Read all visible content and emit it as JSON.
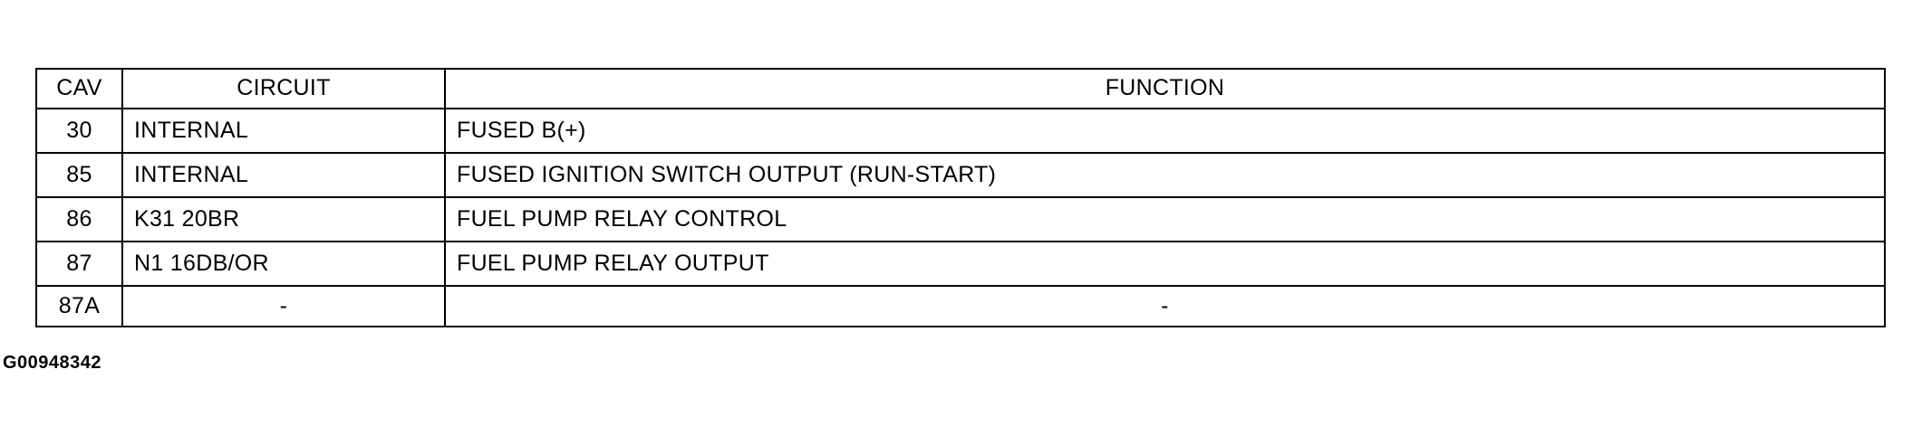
{
  "table": {
    "headers": {
      "cav": "CAV",
      "circuit": "CIRCUIT",
      "function": "FUNCTION"
    },
    "rows": [
      {
        "cav": "30",
        "circuit": "INTERNAL",
        "function": "FUSED B(+)"
      },
      {
        "cav": "85",
        "circuit": "INTERNAL",
        "function": "FUSED IGNITION SWITCH OUTPUT (RUN-START)"
      },
      {
        "cav": "86",
        "circuit": "K31 20BR",
        "function": "FUEL PUMP RELAY CONTROL"
      },
      {
        "cav": "87",
        "circuit": "N1 16DB/OR",
        "function": "FUEL PUMP RELAY OUTPUT"
      },
      {
        "cav": "87A",
        "circuit": "-",
        "function": "-"
      }
    ]
  },
  "figure_id": "G00948342"
}
